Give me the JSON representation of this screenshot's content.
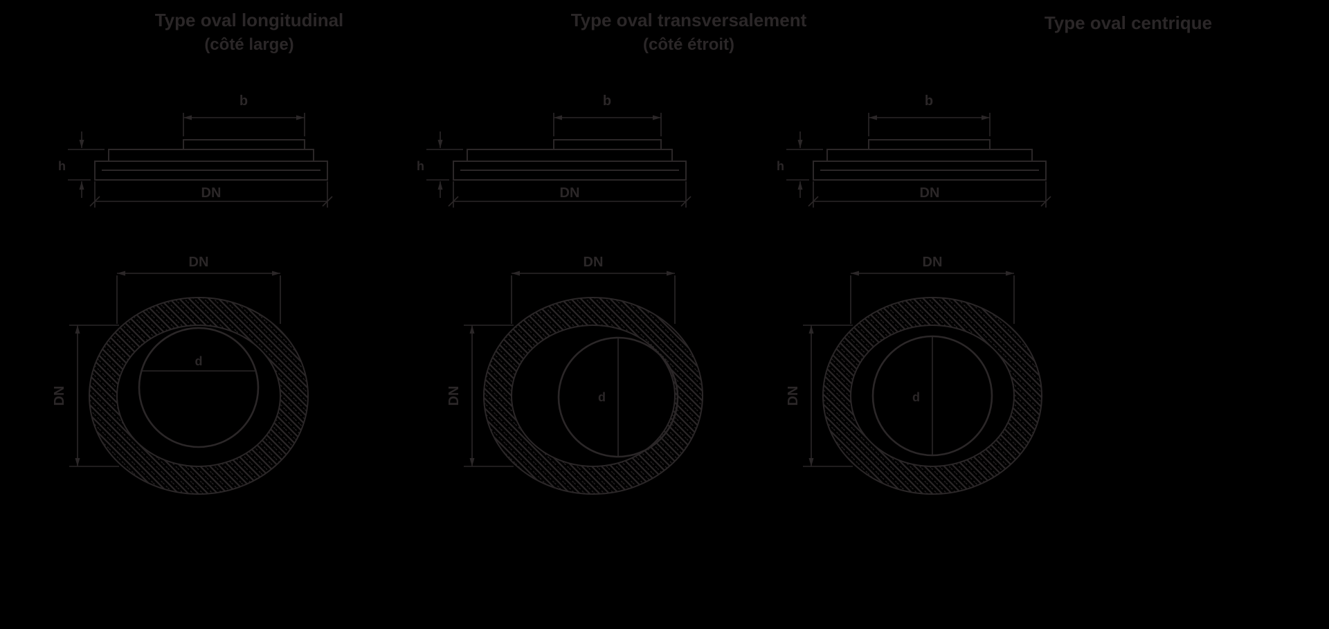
{
  "page": {
    "background_color": "#000000",
    "ink_color": "#2b2728",
    "description": "Technical drawing of three oval cover types, each with side cross-section and plan view"
  },
  "columns": [
    {
      "id": "oval-longitudinal",
      "title_line1": "Type oval longitudinal",
      "title_line2": "(côté large)",
      "side_view": {
        "top_width_label": "b",
        "height_label": "h",
        "bottom_width_label": "DN"
      },
      "plan_view": {
        "width_label": "DN",
        "height_label": "DN",
        "cover_diameter_label": "d",
        "cover_position": "centered",
        "cover_axis_line": "horizontal"
      }
    },
    {
      "id": "oval-transversal",
      "title_line1": "Type oval transversalement",
      "title_line2": "(côté étroit)",
      "side_view": {
        "top_width_label": "b",
        "height_label": "h",
        "bottom_width_label": "DN"
      },
      "plan_view": {
        "width_label": "DN",
        "height_label": "DN",
        "cover_diameter_label": "d",
        "cover_position": "right",
        "cover_axis_line": "vertical"
      }
    },
    {
      "id": "oval-centrique",
      "title_line1": "Type oval centrique",
      "title_line2": "",
      "side_view": {
        "top_width_label": "b",
        "height_label": "h",
        "bottom_width_label": "DN"
      },
      "plan_view": {
        "width_label": "DN",
        "height_label": "DN",
        "cover_diameter_label": "d",
        "cover_position": "centered",
        "cover_axis_line": "vertical"
      }
    }
  ]
}
